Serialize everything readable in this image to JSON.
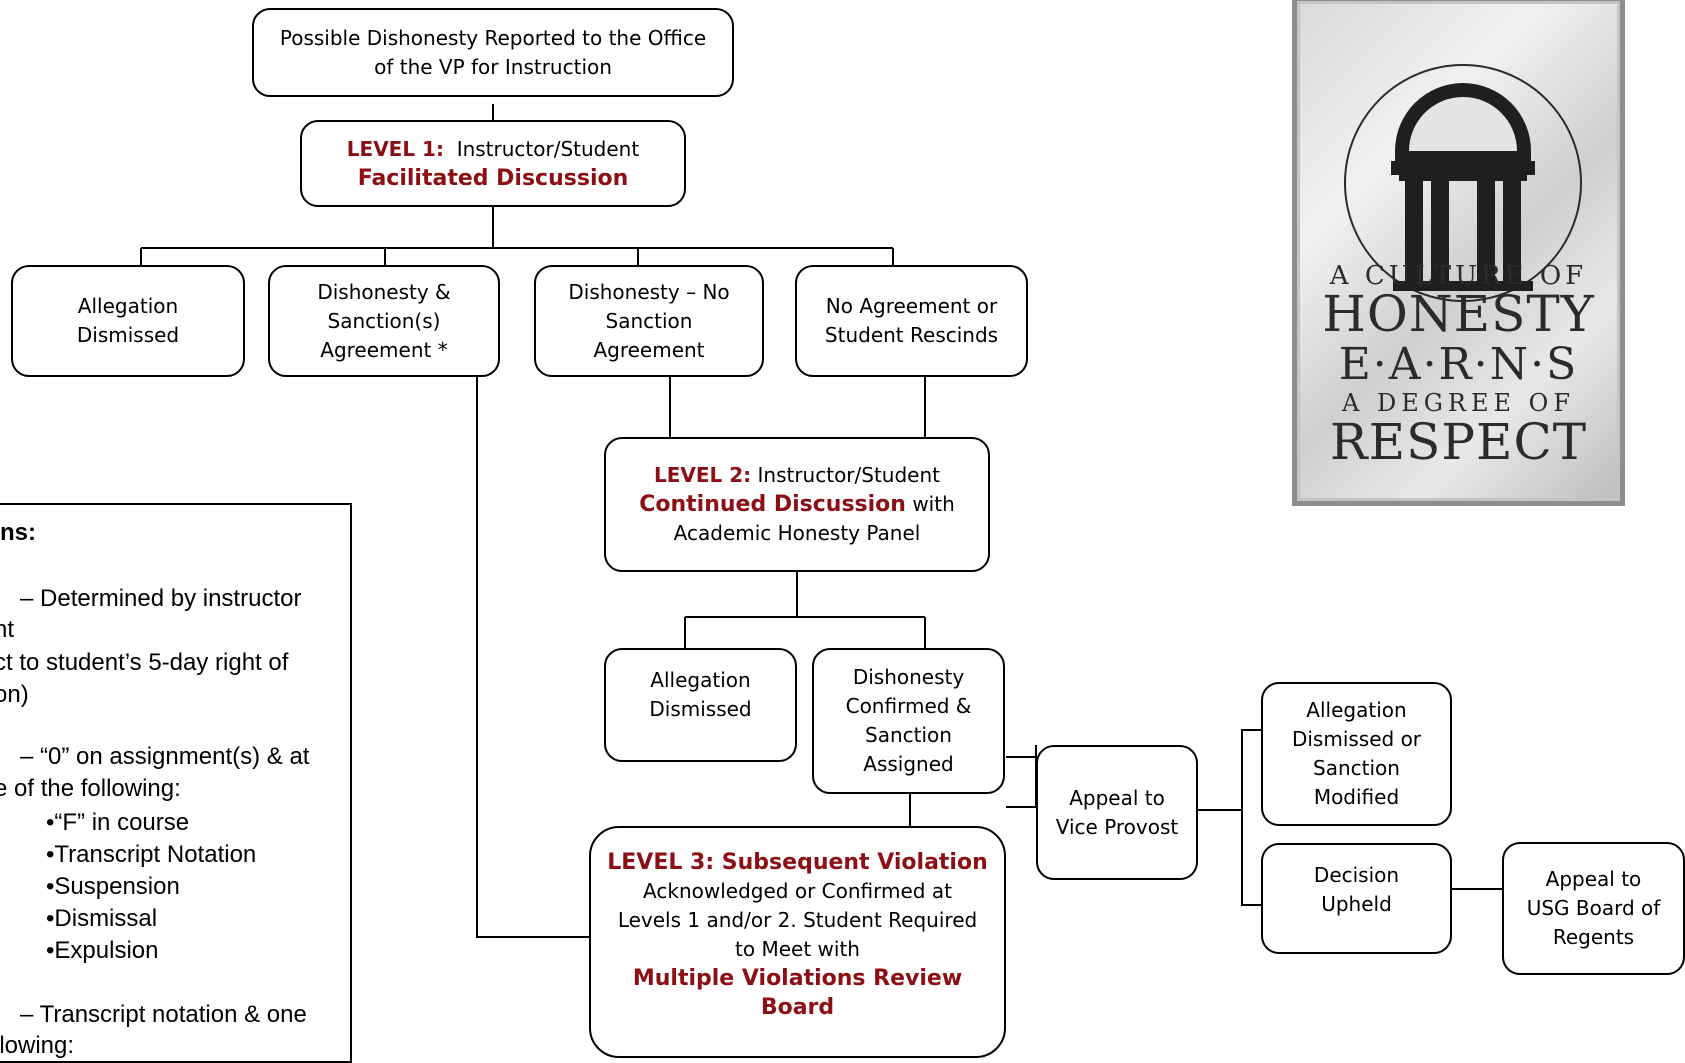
{
  "top": {
    "lines": [
      "Possible Dishonesty Reported to the Office",
      "of the VP for Instruction"
    ]
  },
  "level1": {
    "label": "LEVEL 1:",
    "text": "Instructor/Student",
    "title": "Facilitated Discussion"
  },
  "outcomes1": [
    {
      "lines": [
        "Allegation",
        "Dismissed"
      ]
    },
    {
      "lines": [
        "Dishonesty &",
        "Sanction(s)",
        "Agreement *"
      ]
    },
    {
      "lines": [
        "Dishonesty – No",
        "Sanction",
        "Agreement"
      ]
    },
    {
      "lines": [
        "No Agreement or",
        "Student Rescinds"
      ]
    }
  ],
  "level2": {
    "label": "LEVEL 2:",
    "text": "Instructor/Student",
    "title": "Continued Discussion",
    "title_suffix": "with",
    "line3": "Academic Honesty Panel"
  },
  "outcomes2": [
    {
      "lines": [
        "Allegation",
        "Dismissed"
      ]
    },
    {
      "lines": [
        "Dishonesty",
        "Confirmed &",
        "Sanction",
        "Assigned"
      ]
    }
  ],
  "level3": {
    "title": "LEVEL 3:  Subsequent Violation",
    "lines": [
      "Acknowledged or Confirmed at",
      "Levels 1 and/or 2. Student Required",
      "to Meet with"
    ],
    "board_line1": "Multiple Violations Review",
    "board_line2": "Board"
  },
  "appeal_vp": {
    "lines": [
      "Appeal to",
      "Vice Provost"
    ]
  },
  "appeal_results": [
    {
      "lines": [
        "Allegation",
        "Dismissed or",
        "Sanction",
        "Modified"
      ]
    },
    {
      "lines": [
        "Decision",
        "Upheld"
      ]
    }
  ],
  "appeal_usg": {
    "lines": [
      "Appeal to",
      "USG Board of",
      "Regents"
    ]
  },
  "legend": {
    "lines": [
      "ns:",
      "– Determined by instructor",
      "nt",
      "ct to student’s 5-day right of",
      "on)",
      "– “0” on assignment(s) & at",
      "e of the following:",
      "•“F” in course",
      "•Transcript Notation",
      "•Suspension",
      "•Dismissal",
      "•Expulsion",
      "– Transcript notation & one",
      "llowing:"
    ]
  },
  "logo": {
    "line1": "A CULTURE OF",
    "line2": "HONESTY",
    "line3": "E·A·R·N·S",
    "line4": "A DEGREE OF",
    "line5": "RESPECT"
  },
  "colors": {
    "accent": "#8b0f14",
    "border": "#000000",
    "background": "#ffffff"
  }
}
